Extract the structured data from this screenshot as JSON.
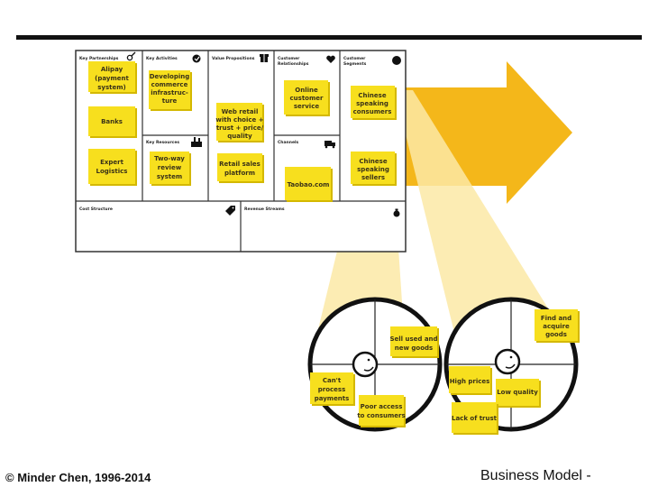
{
  "canvas": {
    "section_labels": {
      "key_partnerships": "Key Partnerships",
      "key_activities": "Key Activities",
      "value_propositions": "Value Propositions",
      "customer_relationships": "Customer Relationships",
      "customer_segments": "Customer Segments",
      "key_resources": "Key Resources",
      "channels": "Channels",
      "cost_structure": "Cost Structure",
      "revenue_streams": "Revenue Streams"
    },
    "notes": {
      "alipay": [
        "Alipay",
        "(payment",
        "system)"
      ],
      "banks": [
        "Banks"
      ],
      "expert_logistics": [
        "Expert",
        "Logistics"
      ],
      "developing_commerce": [
        "Developing",
        "commerce",
        "infrastruc-",
        "ture"
      ],
      "two_way_review": [
        "Two-way",
        "review",
        "system"
      ],
      "web_retail": [
        "Web retail",
        "with choice +",
        "trust + price/",
        "quality"
      ],
      "retail_sales_platform": [
        "Retail sales",
        "platform"
      ],
      "online_customer_service": [
        "Online",
        "customer",
        "service"
      ],
      "taobao": [
        "Taobao.com"
      ],
      "chinese_consumers": [
        "Chinese",
        "speaking",
        "consumers"
      ],
      "chinese_sellers": [
        "Chinese",
        "speaking",
        "sellers"
      ]
    }
  },
  "persona_seller": {
    "sell_used": [
      "Sell used and",
      "new goods"
    ],
    "cant_process": [
      "Can't",
      "process",
      "payments"
    ],
    "poor_access": [
      "Poor access",
      "to consumers"
    ]
  },
  "persona_consumer": {
    "find_acquire": [
      "Find and",
      "acquire",
      "goods"
    ],
    "high_prices": [
      "High prices"
    ],
    "low_quality": [
      "Low quality"
    ],
    "lack_trust": [
      "Lack of trust"
    ]
  },
  "footer": {
    "copyright": "© Minder Chen, 1996-2014",
    "title": "Business Model -"
  },
  "colors": {
    "sticky": "#f7df1e",
    "sticky_shadow": "#d4b800",
    "arrow": "#f4b71a",
    "beam": "#fbe9a6",
    "grid_line": "#333333"
  }
}
